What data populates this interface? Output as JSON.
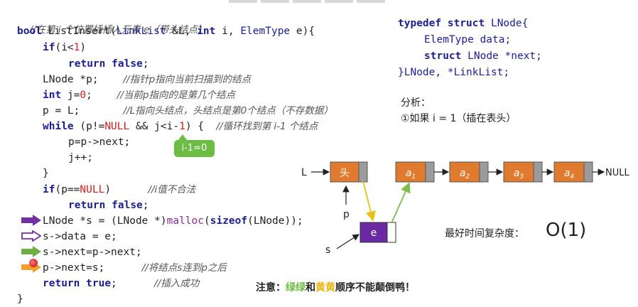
{
  "code": {
    "comment_title": "//在第 i 个位置插插入元素 e（带头结点）",
    "signature": {
      "kw_bool": "bool",
      "fname": "ListInsert(",
      "type1": "LinkList",
      "p1": " &L, ",
      "kw_int": "int",
      "p2": " i, ",
      "type2": "ElemType",
      "p3": " e){"
    },
    "l_if": {
      "kw": "if",
      "rest_a": "(i<",
      "num": "1",
      "rest_b": ")"
    },
    "l_return_false": {
      "kw_return": "return",
      "kw_false": "false",
      "semi": ";"
    },
    "l_lnode_p": {
      "code": "LNode *p;",
      "comment": "//指针p指向当前扫描到的结点"
    },
    "l_int_j": {
      "kw": "int",
      "code_a": " j=",
      "num": "0",
      "code_b": ";",
      "comment": "//当前p指向的是第几个结点"
    },
    "l_p_eq_l": {
      "code": "p = L;",
      "comment": "//L指向头结点，头结点是第0个结点（不存数据）"
    },
    "l_while": {
      "kw": "while",
      "code_a": " (p!=",
      "null": "NULL",
      "code_b": " && j<i-",
      "num": "1",
      "code_c": ") {",
      "comment": "//循环找到第 i-1 个结点"
    },
    "l_p_next": "p=p->next;",
    "l_jpp": "j++;",
    "l_close": "}",
    "l_if_null": {
      "kw": "if",
      "code_a": "(p==",
      "null": "NULL",
      "code_b": ")",
      "comment": "//i值不合法"
    },
    "l_return_false2": {
      "kw_return": "return",
      "kw_false": "false",
      "semi": ";"
    },
    "l_malloc": {
      "code_a": "LNode *s = (LNode *)",
      "fn": "malloc",
      "code_b": "(",
      "kw": "sizeof",
      "code_c": "(LNode));"
    },
    "l_sdata": "s->data = e;",
    "l_snext": "s->next=p->next;",
    "l_pnext_s": {
      "code": "p->next=s;",
      "comment": "//将结点s连到p之后"
    },
    "l_return_true": {
      "kw_return": "return",
      "kw_true": "true",
      "semi": ";",
      "comment": "//插入成功"
    },
    "l_final_close": "}"
  },
  "badge": "i-1=0",
  "typedef": {
    "line1": {
      "kw_typedef": "typedef",
      "kw_struct": "struct",
      "name": "LNode{"
    },
    "line2": "ElemType data;",
    "line3": {
      "kw_struct": "struct",
      "rest": "LNode *next;"
    },
    "line4": "}LNode, *LinkList;"
  },
  "analysis": {
    "title": "分析：",
    "case1": "①如果 i = 1（插在表头）"
  },
  "diagram": {
    "L_label": "L",
    "head_label": "头",
    "p_label": "p",
    "s_label": "s",
    "e_label": "e",
    "nodes": [
      "a",
      "a",
      "a",
      "a"
    ],
    "node_subs": [
      "1",
      "2",
      "3",
      "4"
    ],
    "null_label": "NULL",
    "colors": {
      "node_fill": "#e07a2e",
      "next_field": "#9b9b9b",
      "new_node_fill": "#6b2aa3",
      "yellow_arrow": "#e8c21c",
      "green_arrow": "#7dbb4a"
    }
  },
  "complexity": {
    "label": "最好时间复杂度：",
    "value": "O(1)"
  },
  "note": {
    "prefix": "注意：",
    "green": "绿绿",
    "and": "和",
    "yellow": "黄黄",
    "suffix": "顺序不能颠倒鸭！"
  },
  "markers": {
    "purple_filled": "#7030a0",
    "purple_hollow": "#7030a0",
    "green": "#70ad47",
    "orange": "#f0a030"
  }
}
